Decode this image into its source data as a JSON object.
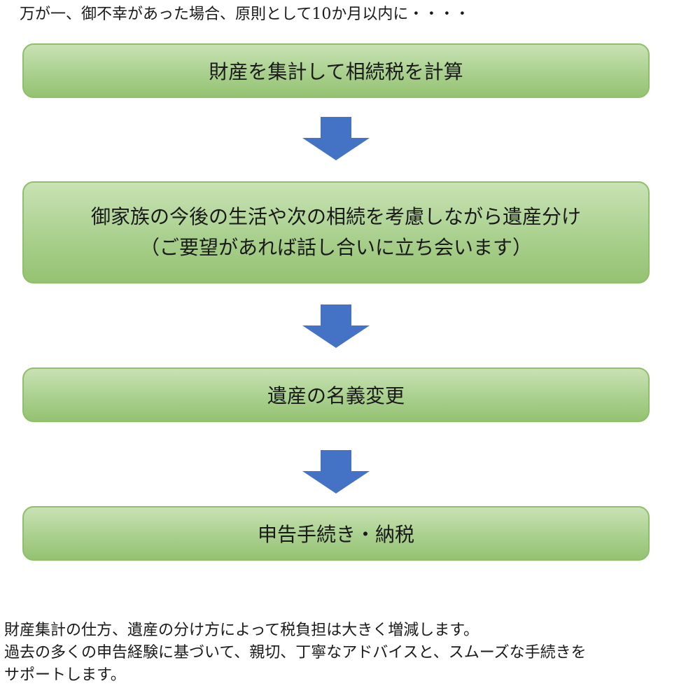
{
  "intro": "万が一、御不幸があった場合、原則として10か月以内に・・・・",
  "steps": [
    {
      "lines": [
        "財産を集計して相続税を計算"
      ]
    },
    {
      "lines": [
        "御家族の今後の生活や次の相続を考慮しながら遺産分け",
        "（ご要望があれば話し合いに立ち会います）"
      ]
    },
    {
      "lines": [
        "遺産の名義変更"
      ]
    },
    {
      "lines": [
        "申告手続き・納税"
      ]
    }
  ],
  "note": {
    "lines": [
      "財産集計の仕方、遺産の分け方によって税負担は大きく増減します。",
      "過去の多くの申告経験に基づいて、親切、丁寧なアドバイスと、スムーズな手続きを",
      "サポートします。"
    ]
  },
  "colors": {
    "box_fill": "#a9d08e",
    "box_border": "#8fbf68",
    "arrow": "#4472c4"
  }
}
